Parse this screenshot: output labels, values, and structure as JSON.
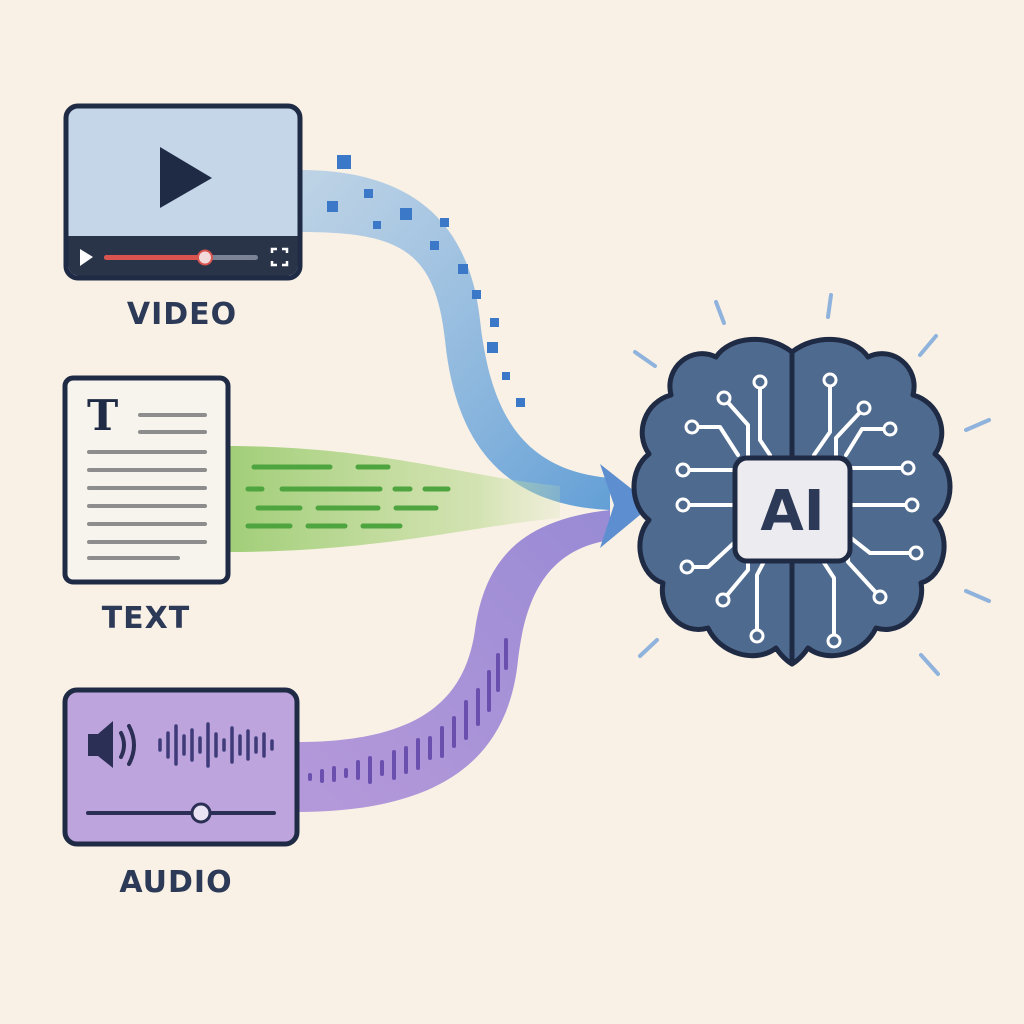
{
  "inputs": {
    "video": {
      "label": "VIDEO",
      "color": "#5b9bd5"
    },
    "text": {
      "label": "TEXT",
      "glyph": "T",
      "color": "#7cbf5a"
    },
    "audio": {
      "label": "AUDIO",
      "color": "#9b7fd0"
    }
  },
  "brain": {
    "label": "AI",
    "color": "#4e6a8e"
  },
  "colors": {
    "background": "#f9f1e5",
    "outline": "#1f2a44",
    "video_panel": "#c4d6e8",
    "text_panel": "#f7f4ee",
    "audio_panel": "#bda4dc",
    "progress": "#d9534f"
  },
  "icons": [
    "play-icon",
    "fullscreen-icon",
    "speaker-icon",
    "circuit-node-icon"
  ]
}
